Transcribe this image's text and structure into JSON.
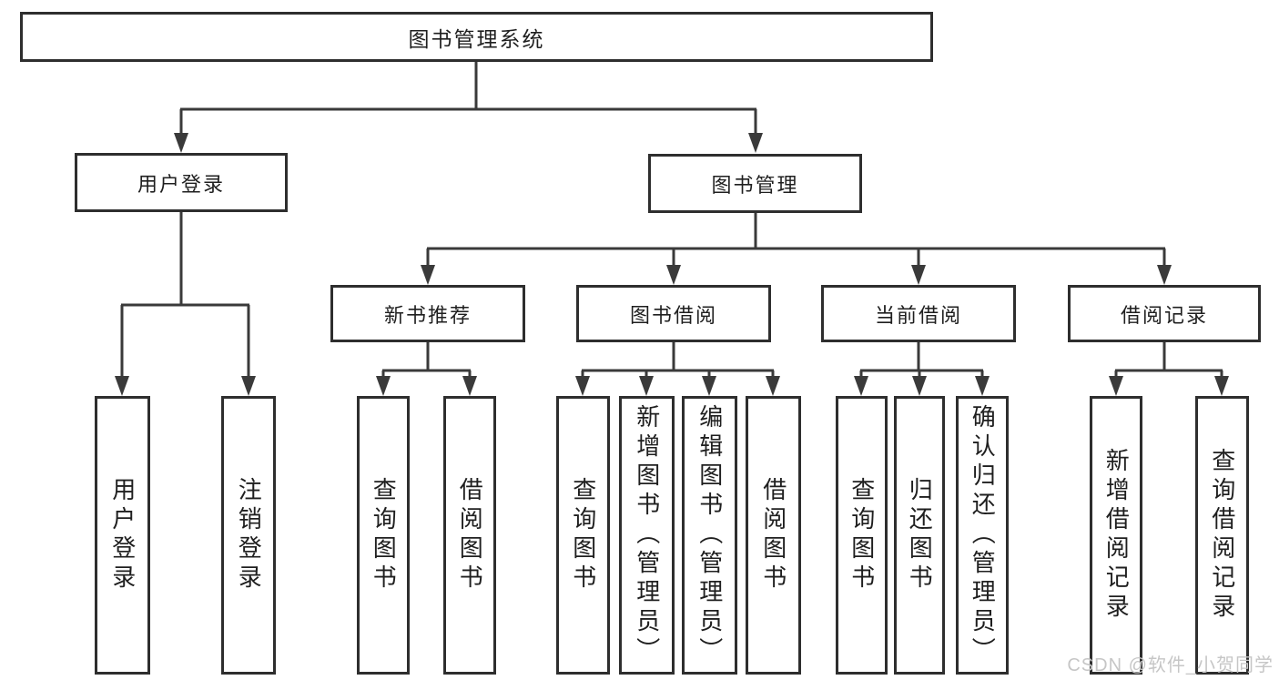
{
  "root": {
    "label": "图书管理系统"
  },
  "branches": [
    {
      "label": "用户登录",
      "leaves": [
        {
          "label": "用户登录"
        },
        {
          "label": "注销登录"
        }
      ]
    },
    {
      "label": "图书管理",
      "sections": [
        {
          "label": "新书推荐",
          "leaves": [
            {
              "label": "查询图书"
            },
            {
              "label": "借阅图书"
            }
          ]
        },
        {
          "label": "图书借阅",
          "leaves": [
            {
              "label": "查询图书"
            },
            {
              "label": "新增图书（管理员）"
            },
            {
              "label": "编辑图书（管理员）"
            },
            {
              "label": "借阅图书"
            }
          ]
        },
        {
          "label": "当前借阅",
          "leaves": [
            {
              "label": "查询图书"
            },
            {
              "label": "归还图书"
            },
            {
              "label": "确认归还（管理员）"
            }
          ]
        },
        {
          "label": "借阅记录",
          "leaves": [
            {
              "label": "新增借阅记录"
            },
            {
              "label": "查询借阅记录"
            }
          ]
        }
      ]
    }
  ],
  "watermark": "CSDN @软件_小贺同学",
  "colors": {
    "line": "#3a3a3a",
    "border": "#2e2e2e",
    "text": "#1f1f1f",
    "watermark": "#c6c6c6",
    "background": "#ffffff"
  }
}
